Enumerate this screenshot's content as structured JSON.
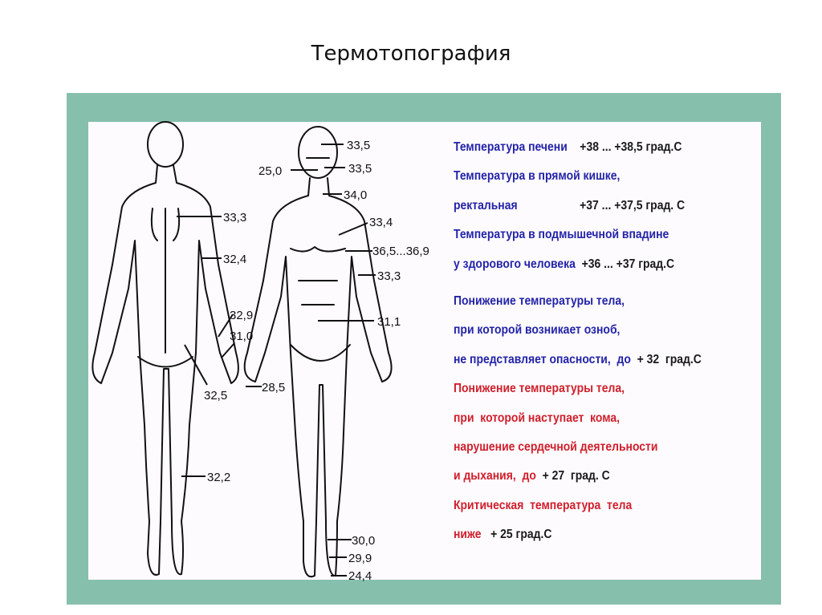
{
  "title": "Термотопография",
  "colors": {
    "frame": "#86bfab",
    "blue_text": "#2424a8",
    "red_text": "#d0202c"
  },
  "back_figure_labels": [
    "33,3",
    "32,4",
    "32,9",
    "31,0",
    "32,5",
    "32,2"
  ],
  "front_figure_labels": [
    "33,5",
    "25,0",
    "33,5",
    "34,0",
    "33,4",
    "36,5...36,9",
    "33,3",
    "31,1",
    "28,5",
    "30,0",
    "29,9",
    "24,4"
  ],
  "info": [
    {
      "text": "Температура печени",
      "value": "+38 ... +38,5 град.С",
      "color": "blue"
    },
    {
      "text": "Температура в прямой кишке,",
      "value": "",
      "color": "blue"
    },
    {
      "text": "ректальная",
      "value": "+37 ... +37,5 град. С",
      "color": "blue"
    },
    {
      "text": "Температура в подмышечной впадине",
      "value": "",
      "color": "blue"
    },
    {
      "text": "у здорового человека",
      "value": "+36 ... +37 град.С",
      "color": "blue"
    },
    {
      "text": "Понижение температуры тела,",
      "value": "",
      "color": "blue"
    },
    {
      "text": "при которой возникает озноб,",
      "value": "",
      "color": "blue"
    },
    {
      "text": "не представляет опасности,  до",
      "value": "+ 32  град.С",
      "color": "blue"
    },
    {
      "text": "Понижение температуры тела,",
      "value": "",
      "color": "red"
    },
    {
      "text": "при  которой наступает  кома,",
      "value": "",
      "color": "red"
    },
    {
      "text": "нарушение сердечной деятельности",
      "value": "",
      "color": "red"
    },
    {
      "text": "и дыхания,  до",
      "value": "+ 27  град. С",
      "color": "red"
    },
    {
      "text": "Критическая  температура  тела",
      "value": "",
      "color": "red"
    },
    {
      "text": "ниже",
      "value": "+ 25 град.С",
      "color": "red"
    }
  ]
}
